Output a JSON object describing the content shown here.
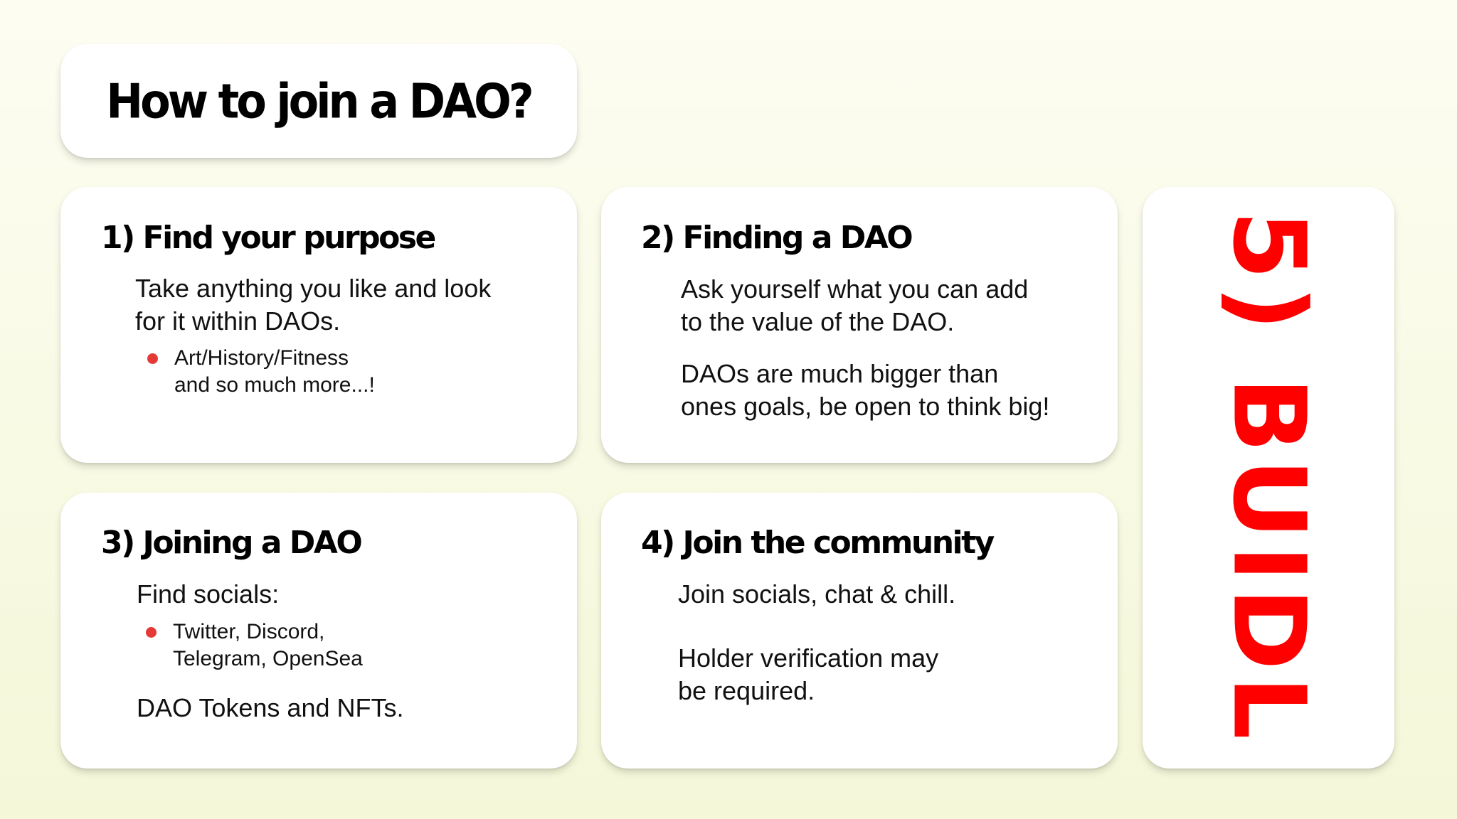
{
  "title": "How to join a DAO?",
  "accent_color": "#e53935",
  "buidl_color": "#ff0000",
  "cards": {
    "purpose": {
      "heading": "1) Find your purpose",
      "para_line1": "Take anything you like and look",
      "para_line2": "for it within DAOs.",
      "bullet_line1": "Art/History/Fitness",
      "bullet_line2": "and so much more...!"
    },
    "finding": {
      "heading": "2) Finding a DAO",
      "para1_line1": "Ask yourself what you can add",
      "para1_line2": "to the value of the DAO.",
      "para2_line1": "DAOs are much bigger than",
      "para2_line2": "ones goals, be open to think big!"
    },
    "joining": {
      "heading": "3) Joining a DAO",
      "para_intro": "Find socials:",
      "bullet_line1": "Twitter, Discord,",
      "bullet_line2": "Telegram, OpenSea",
      "para_end": "DAO Tokens and NFTs."
    },
    "community": {
      "heading": "4) Join the community",
      "para1": "Join socials, chat & chill.",
      "para2_line1": "Holder verification may",
      "para2_line2": "be required."
    },
    "buidl": {
      "label": "5) BUIDL"
    }
  }
}
